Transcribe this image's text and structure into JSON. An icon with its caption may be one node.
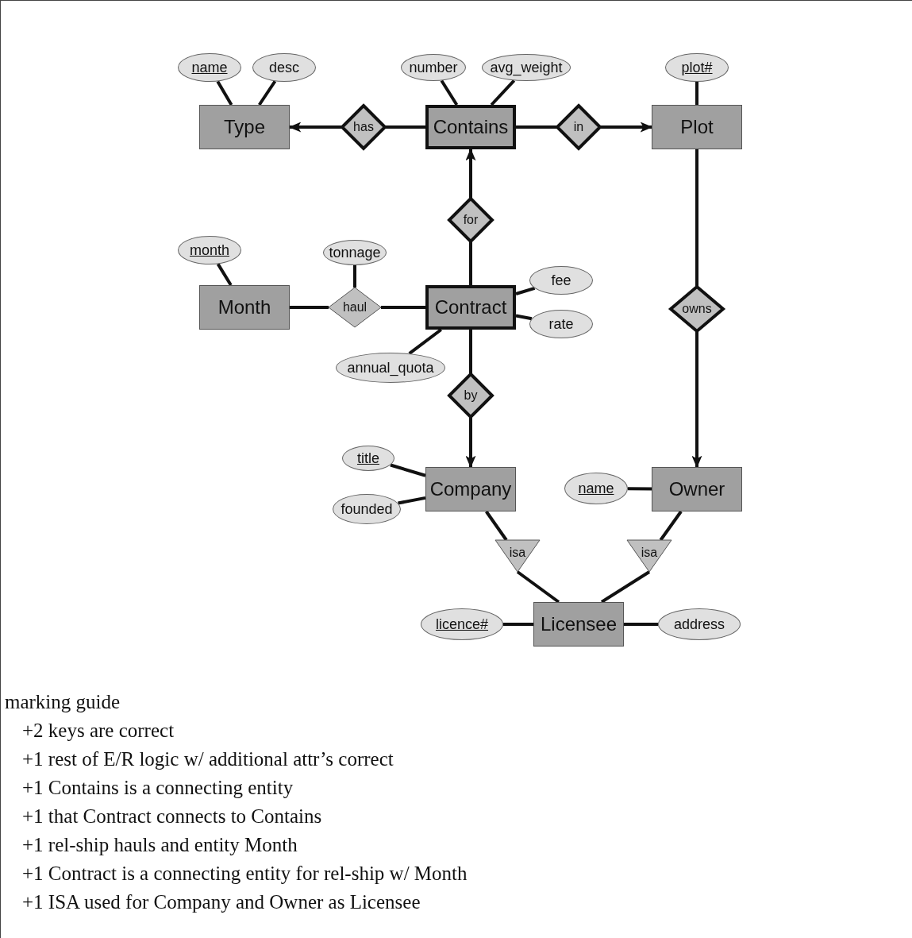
{
  "diagram": {
    "nodes": [
      {
        "text": [
          "Type"
        ]
      },
      {
        "text": [
          "name"
        ]
      },
      {
        "text": [
          "desc"
        ]
      },
      {
        "text": [
          "has"
        ]
      },
      {
        "text": [
          "Contains"
        ]
      },
      {
        "text": [
          "number"
        ]
      },
      {
        "text": [
          "avg_weight"
        ]
      },
      {
        "text": [
          "in"
        ]
      },
      {
        "text": [
          "Plot"
        ]
      },
      {
        "text": [
          "plot#"
        ]
      },
      {
        "text": [
          "for"
        ]
      },
      {
        "text": [
          "Month"
        ]
      },
      {
        "text": [
          "month"
        ]
      },
      {
        "text": [
          "haul"
        ]
      },
      {
        "text": [
          "tonnage"
        ]
      },
      {
        "text": [
          "Contract"
        ]
      },
      {
        "text": [
          "fee"
        ]
      },
      {
        "text": [
          "rate"
        ]
      },
      {
        "text": [
          "annual_quota"
        ]
      },
      {
        "text": [
          "owns"
        ]
      },
      {
        "text": [
          "by"
        ]
      },
      {
        "text": [
          "Company"
        ]
      },
      {
        "text": [
          "title"
        ]
      },
      {
        "text": [
          "founded"
        ]
      },
      {
        "text": [
          "Owner"
        ]
      },
      {
        "text": [
          "name"
        ]
      },
      {
        "text": [
          "isa"
        ]
      },
      {
        "text": [
          "isa"
        ]
      },
      {
        "text": [
          "Licensee"
        ]
      },
      {
        "text": [
          "licence#"
        ]
      },
      {
        "text": [
          "address"
        ]
      }
    ],
    "edges": [
      {
        "from": 1,
        "to": 0,
        "arrow": "none"
      },
      {
        "from": 2,
        "to": 0,
        "arrow": "none"
      },
      {
        "from": 3,
        "to": 0,
        "arrow": "to"
      },
      {
        "from": 4,
        "to": 3,
        "arrow": "none"
      },
      {
        "from": 5,
        "to": 4,
        "arrow": "none"
      },
      {
        "from": 6,
        "to": 4,
        "arrow": "none"
      },
      {
        "from": 4,
        "to": 7,
        "arrow": "none"
      },
      {
        "from": 7,
        "to": 8,
        "arrow": "to"
      },
      {
        "from": 9,
        "to": 8,
        "arrow": "none"
      },
      {
        "from": 10,
        "to": 4,
        "arrow": "to"
      },
      {
        "from": 15,
        "to": 10,
        "arrow": "none"
      },
      {
        "from": 12,
        "to": 11,
        "arrow": "none"
      },
      {
        "from": 11,
        "to": 13,
        "arrow": "none"
      },
      {
        "from": 14,
        "to": 13,
        "arrow": "none"
      },
      {
        "from": 13,
        "to": 15,
        "arrow": "none"
      },
      {
        "from": 16,
        "to": 15,
        "arrow": "none"
      },
      {
        "from": 17,
        "to": 15,
        "arrow": "none"
      },
      {
        "from": 18,
        "to": 15,
        "arrow": "none"
      },
      {
        "from": 8,
        "to": 19,
        "arrow": "none"
      },
      {
        "from": 19,
        "to": 24,
        "arrow": "to"
      },
      {
        "from": 15,
        "to": 20,
        "arrow": "none"
      },
      {
        "from": 20,
        "to": 21,
        "arrow": "to"
      },
      {
        "from": 22,
        "to": 21,
        "arrow": "none"
      },
      {
        "from": 23,
        "to": 21,
        "arrow": "none"
      },
      {
        "from": 25,
        "to": 24,
        "arrow": "none"
      },
      {
        "from": 21,
        "to": 26,
        "arrow": "none"
      },
      {
        "from": 26,
        "to": 28,
        "arrow": "none"
      },
      {
        "from": 24,
        "to": 27,
        "arrow": "none"
      },
      {
        "from": 27,
        "to": 28,
        "arrow": "none"
      },
      {
        "from": 29,
        "to": 28,
        "arrow": "none"
      },
      {
        "from": 28,
        "to": 30,
        "arrow": "none"
      }
    ],
    "labels": [
      "marking guide",
      "+2 keys are correct",
      "+1 rest of E/R logic w/ additional attr’s correct",
      "+1 Contains is a connecting entity",
      "+1 that Contract connects to Contains",
      "+1 rel-ship hauls and entity Month",
      "+1 Contract is a connecting entity for rel-ship w/ Month",
      "+1 ISA used for Company and Owner as Licensee"
    ]
  }
}
